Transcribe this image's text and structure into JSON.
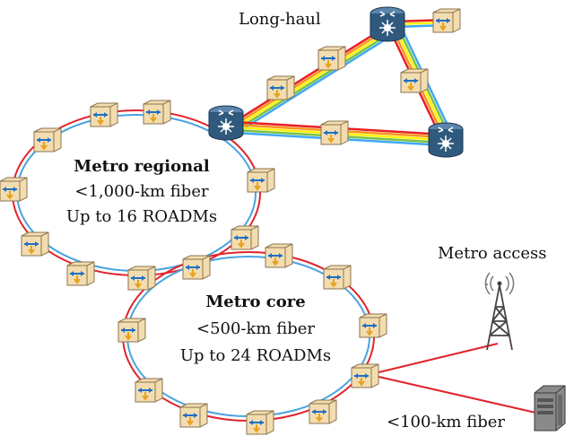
{
  "labels": {
    "long_haul": "Long-haul",
    "metro_regional": "Metro regional",
    "regional_fiber": "<1,000-km fiber",
    "regional_roadms": "Up to 16 ROADMs",
    "metro_core": "Metro core",
    "core_fiber": "<500-km fiber",
    "core_roadms": "Up to 24 ROADMs",
    "metro_access": "Metro access",
    "access_fiber": "<100-km fiber"
  },
  "colors": {
    "ring_blue": "#4aa3e0",
    "ring_red": "#e0242b",
    "box_fill": "#f3ddb0",
    "router_body": "#2f5a7d",
    "rainbow": [
      "#e81e24",
      "#f7941d",
      "#fff200",
      "#7ac143",
      "#3fa9f5"
    ]
  },
  "icons": {
    "roadm_node": "roadm-node-icon",
    "core_router": "router-icon",
    "cell_tower": "cell-tower-icon",
    "server": "server-icon"
  }
}
